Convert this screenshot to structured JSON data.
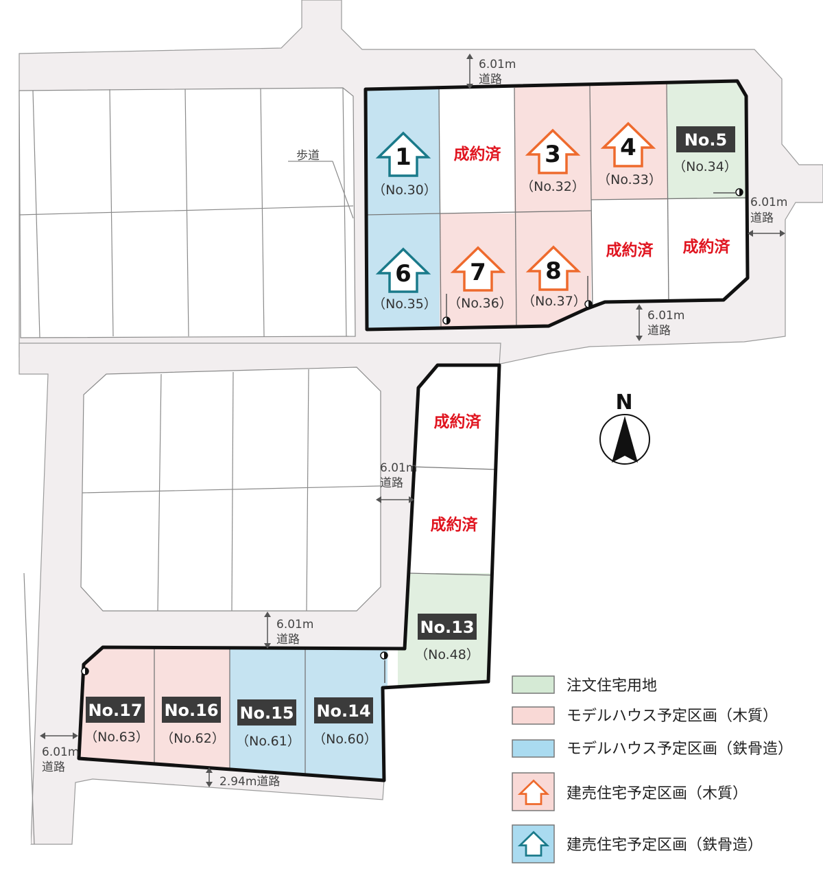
{
  "colors": {
    "steel_model": "#c5e3f1",
    "wood_model": "#f9e0de",
    "custom_land": "#e1efe0",
    "sold_text": "#e0141f",
    "steel_icon": "#1a7a8a",
    "wood_icon": "#ee6a2d",
    "tag_bg": "#3b3b3b"
  },
  "lots": {
    "l1": {
      "label": "1",
      "sub": "（No.30）"
    },
    "l2": {
      "status": "成約済"
    },
    "l3": {
      "label": "3",
      "sub": "（No.32）"
    },
    "l4": {
      "label": "4",
      "sub": "（No.33）"
    },
    "l5": {
      "label": "No.5",
      "sub": "（No.34）"
    },
    "l6": {
      "label": "6",
      "sub": "（No.35）"
    },
    "l7": {
      "label": "7",
      "sub": "（No.36）"
    },
    "l8": {
      "label": "8",
      "sub": "（No.37）"
    },
    "l9": {
      "status": "成約済"
    },
    "l10": {
      "status": "成約済"
    },
    "l11": {
      "status": "成約済"
    },
    "l12": {
      "status": "成約済"
    },
    "l13": {
      "label": "No.13",
      "sub": "（No.48）"
    },
    "l14": {
      "label": "No.14",
      "sub": "（No.60）"
    },
    "l15": {
      "label": "No.15",
      "sub": "（No.61）"
    },
    "l16": {
      "label": "No.16",
      "sub": "（No.62）"
    },
    "l17": {
      "label": "No.17",
      "sub": "（No.63）"
    }
  },
  "roads": {
    "width_a": "6.01m",
    "road": "道路",
    "narrow": "2.94m道路",
    "sidewalk": "歩道"
  },
  "compass": {
    "north": "N"
  },
  "legend": [
    {
      "label": "注文住宅用地"
    },
    {
      "label": "モデルハウス予定区画（木質）"
    },
    {
      "label": "モデルハウス予定区画（鉄骨造）"
    },
    {
      "label": "建売住宅予定区画（木質）"
    },
    {
      "label": "建売住宅予定区画（鉄骨造）"
    }
  ]
}
